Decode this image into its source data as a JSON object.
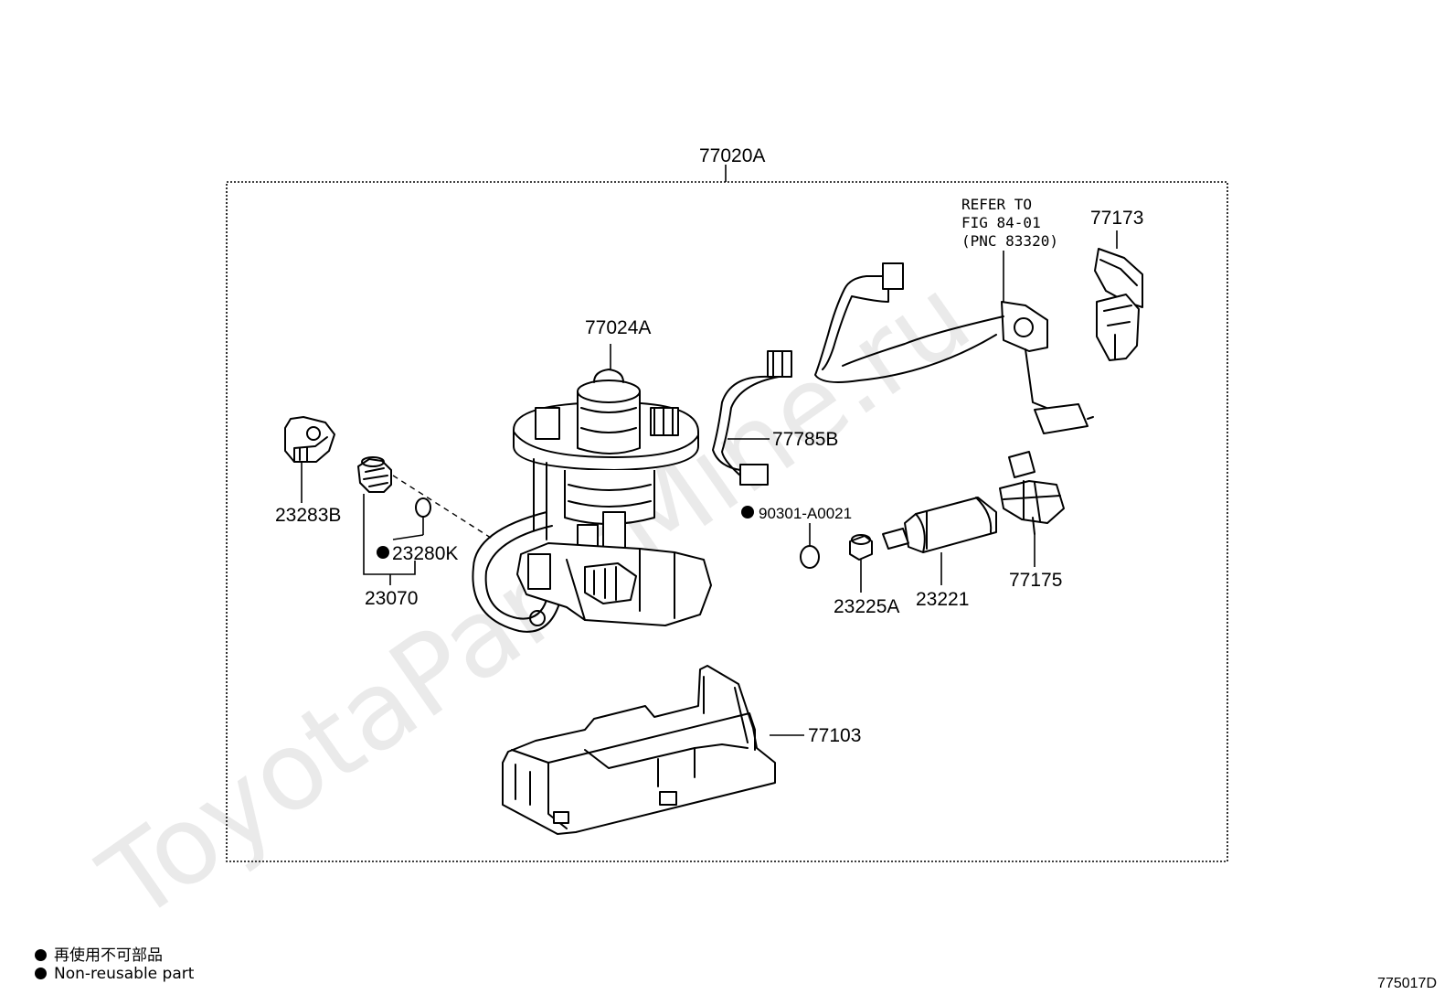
{
  "watermark": "ToyotaPartsMine.ru",
  "labels": {
    "assembly": "77020A",
    "pump_bracket": "77024A",
    "wire": "77785B",
    "refer_line1": "REFER TO",
    "refer_line2": "FIG 84-01",
    "refer_line3": "(PNC 83320)",
    "cover": "77173",
    "clip": "23283B",
    "seal_ring": "23280K",
    "filter_sub": "23070",
    "oring": "90301-A0021",
    "cushion": "23225A",
    "fuel_pump": "23221",
    "regulator": "77175",
    "tank_cover": "77103"
  },
  "legend": {
    "line1": "再使用不可部品",
    "line2": "Non-reusable part"
  },
  "figure_code": "775017D",
  "colors": {
    "line": "#000000",
    "watermark": "#d9d9d9"
  }
}
